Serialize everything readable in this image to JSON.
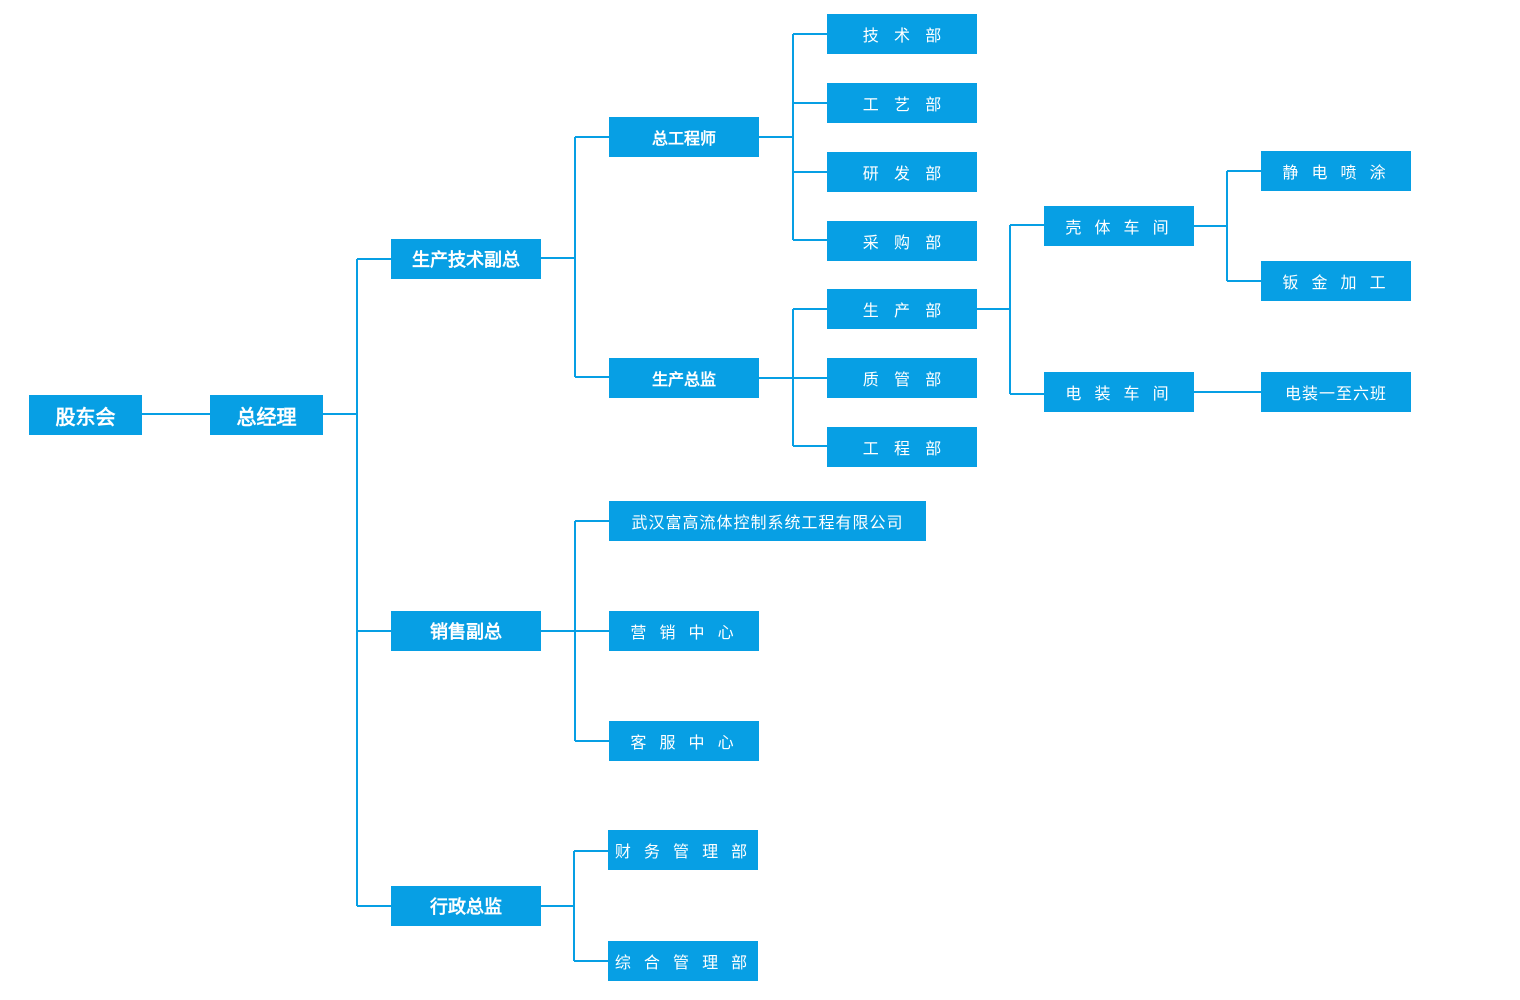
{
  "nodes": {
    "shareholders": "股东会",
    "general_manager": "总经理",
    "vp_production_tech": "生产技术副总",
    "vp_sales": "销售副总",
    "admin_director": "行政总监",
    "chief_engineer": "总工程师",
    "production_director": "生产总监",
    "subsidiary": "武汉富高流体控制系统工程有限公司",
    "marketing_center": "营 销 中 心",
    "customer_service_center": "客 服 中 心",
    "finance_dept": "财 务 管 理 部",
    "general_admin_dept": "综 合 管 理 部",
    "tech_dept": "技   术   部",
    "process_dept": "工   艺   部",
    "rnd_dept": "研   发   部",
    "purchasing_dept": "采   购   部",
    "production_dept": "生   产   部",
    "quality_dept": "质   管   部",
    "engineering_dept": "工   程   部",
    "shell_workshop": "壳 体 车 间",
    "electrical_workshop": "电 装 车 间",
    "powder_coating": "静 电 喷 涂",
    "sheet_metal": "钣 金 加 工",
    "electrical_shifts": "电装一至六班"
  },
  "colors": {
    "box": "#079fe4",
    "line": "#079fe4",
    "text": "#ffffff"
  }
}
